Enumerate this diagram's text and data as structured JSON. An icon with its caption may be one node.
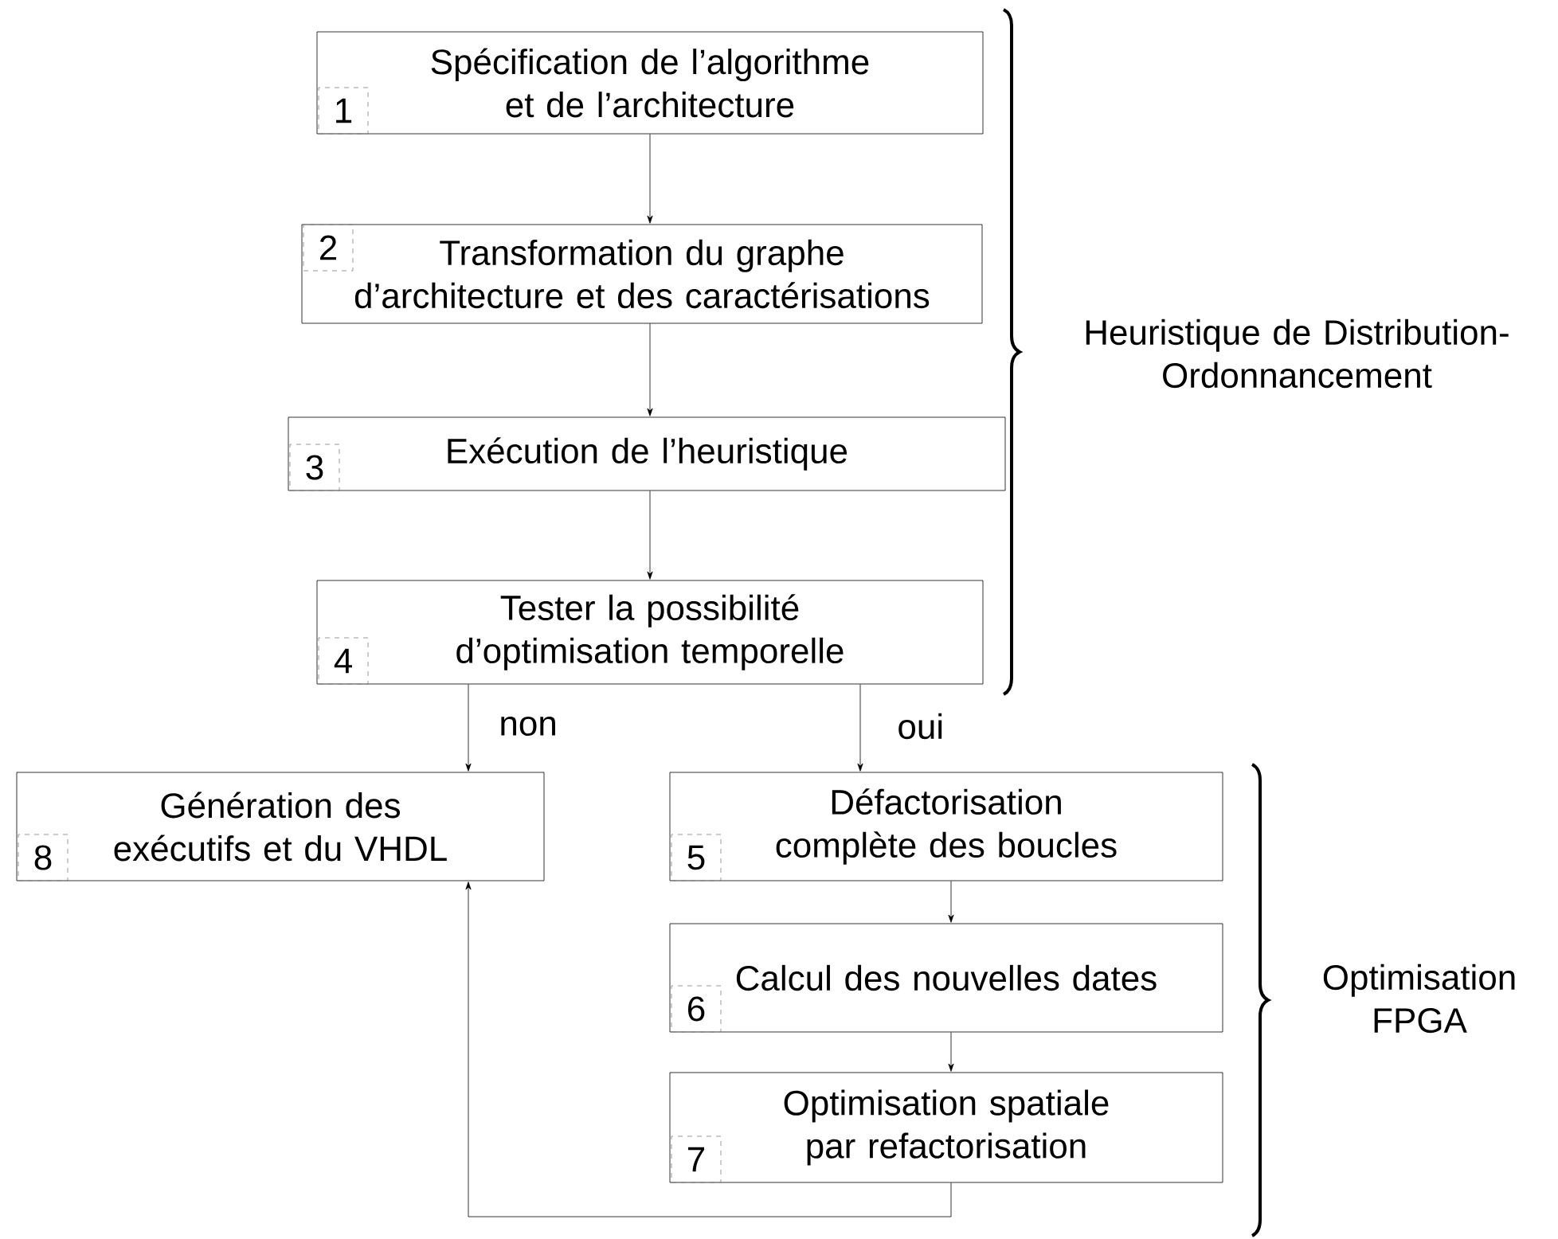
{
  "diagram": {
    "nodes": [
      {
        "text": [
          "Spécification de l’algorithme et de l’architecture"
        ]
      },
      {
        "text": [
          "1"
        ],
        "in": 0
      },
      {
        "text": [
          "Transformation du graphe d’architecture et des caractérisations"
        ]
      },
      {
        "text": [
          "2"
        ],
        "in": 2
      },
      {
        "text": [
          "Exécution de l’heuristique"
        ]
      },
      {
        "text": [
          "3"
        ],
        "in": 4
      },
      {
        "text": [
          "Tester la possibilité d’optimisation temporelle"
        ]
      },
      {
        "text": [
          "4"
        ],
        "in": 6
      },
      {
        "text": [
          "Génération des exécutifs et du VHDL"
        ]
      },
      {
        "text": [
          "8"
        ],
        "in": 8
      },
      {
        "text": [
          "Défactorisation complète des boucles"
        ]
      },
      {
        "text": [
          "5"
        ],
        "in": 10
      },
      {
        "text": [
          "Calcul des nouvelles dates"
        ]
      },
      {
        "text": [
          "6"
        ],
        "in": 12
      },
      {
        "text": [
          "Optimisation spatiale par refactorisation"
        ]
      },
      {
        "text": [
          "7"
        ],
        "in": 14
      }
    ],
    "edges": [
      {
        "from": 0,
        "to": 2,
        "arrow": "to"
      },
      {
        "from": 2,
        "to": 4,
        "arrow": "to"
      },
      {
        "from": 4,
        "to": 6,
        "arrow": "to"
      },
      {
        "from": 6,
        "to": 8,
        "arrow": "to",
        "label": "non"
      },
      {
        "from": 6,
        "to": 10,
        "arrow": "to",
        "label": "oui"
      },
      {
        "from": 10,
        "to": 12,
        "arrow": "to"
      },
      {
        "from": 12,
        "to": 14,
        "arrow": "to"
      },
      {
        "from": 14,
        "to": 8,
        "arrow": "to"
      }
    ],
    "labels": [
      "Heuristique de Distribution-Ordonnancement",
      "Optimisation FPGA"
    ]
  }
}
